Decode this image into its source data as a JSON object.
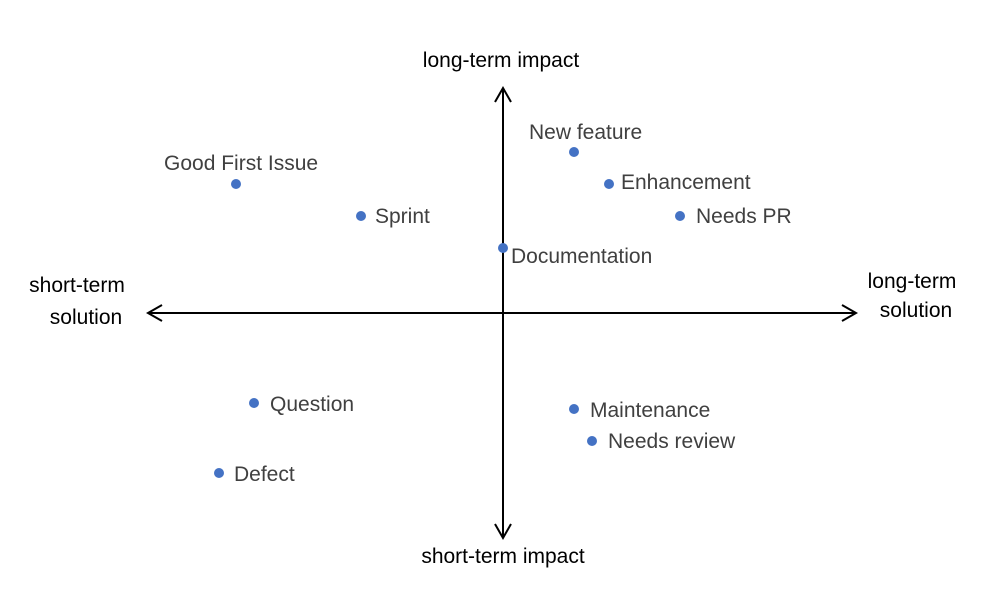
{
  "axes": {
    "top": "long-term impact",
    "bottom": "short-term impact",
    "left_line1": "short-term",
    "left_line2": "solution",
    "right_line1": "long-term",
    "right_line2": "solution"
  },
  "colors": {
    "point": "#4472c4",
    "axis": "#000000",
    "point_label": "#404040"
  },
  "points": [
    {
      "label": "New feature"
    },
    {
      "label": "Good First Issue"
    },
    {
      "label": "Enhancement"
    },
    {
      "label": "Sprint"
    },
    {
      "label": "Needs PR"
    },
    {
      "label": "Documentation"
    },
    {
      "label": "Question"
    },
    {
      "label": "Maintenance"
    },
    {
      "label": "Needs review"
    },
    {
      "label": "Defect"
    }
  ]
}
